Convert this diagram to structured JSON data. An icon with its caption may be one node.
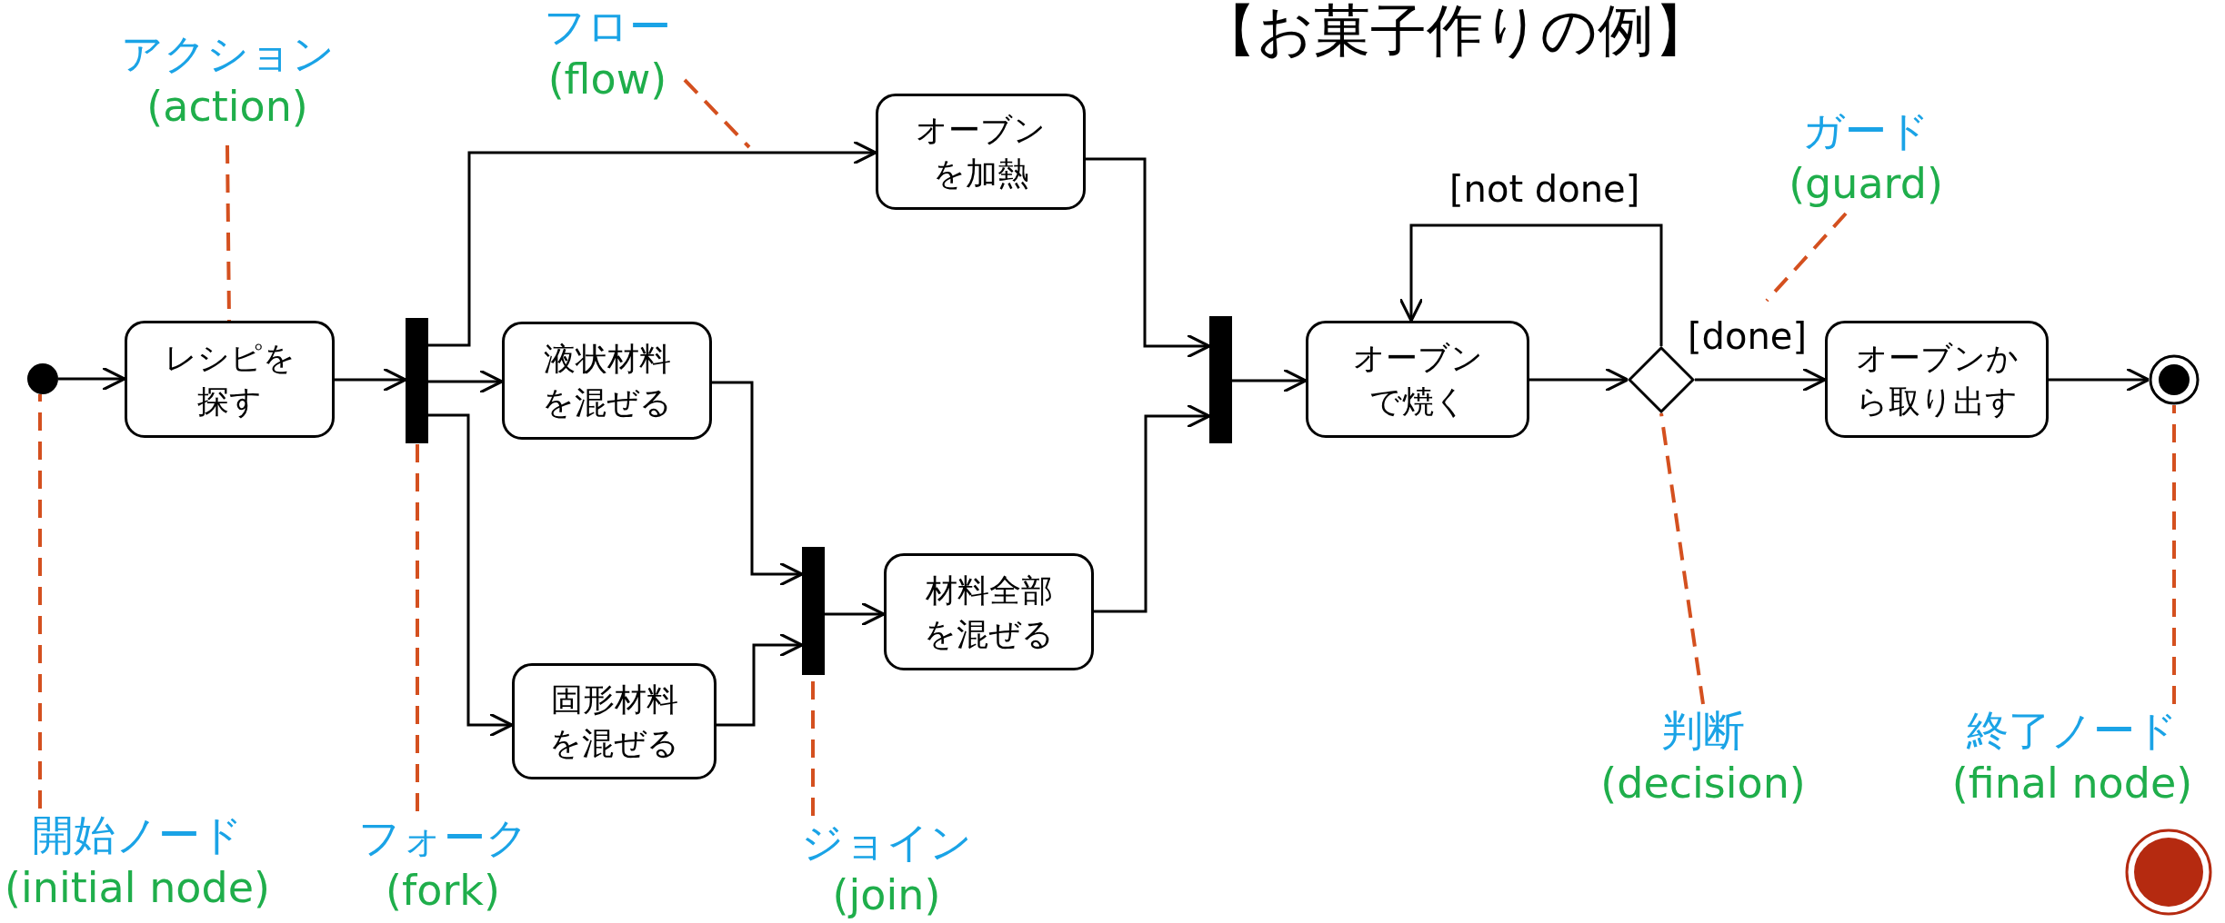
{
  "diagram": {
    "title": "【お菓子作りの例】",
    "nodes": [
      {
        "text": [],
        "shape": "circle"
      },
      {
        "text": [
          "レシピを探す"
        ]
      },
      {
        "text": [],
        "shape": "bar"
      },
      {
        "text": [
          "オーブンを加熱"
        ]
      },
      {
        "text": [
          "液状材料を混ぜる"
        ]
      },
      {
        "text": [
          "固形材料を混ぜる"
        ]
      },
      {
        "text": [],
        "shape": "bar"
      },
      {
        "text": [
          "材料全部を混ぜる"
        ]
      },
      {
        "text": [],
        "shape": "bar"
      },
      {
        "text": [
          "オーブンで焼く"
        ]
      },
      {
        "text": [],
        "shape": "diamond"
      },
      {
        "text": [
          "オーブンから取り出す"
        ]
      },
      {
        "text": [],
        "shape": "circle"
      },
      {
        "text": [
          "アクション",
          "(action)"
        ]
      },
      {
        "text": [
          "フロー",
          "(flow)"
        ]
      },
      {
        "text": [
          "ガード",
          "(guard)"
        ]
      },
      {
        "text": [
          "開始ノード",
          "(initial node)"
        ]
      },
      {
        "text": [
          "フォーク",
          "(fork)"
        ]
      },
      {
        "text": [
          "ジョイン",
          "(join)"
        ]
      },
      {
        "text": [
          "判断",
          "(decision)"
        ]
      },
      {
        "text": [
          "終了ノード",
          "(final node)"
        ]
      }
    ],
    "edges": [
      {
        "from": 0,
        "to": 1,
        "arrow": "to"
      },
      {
        "from": 1,
        "to": 2,
        "arrow": "to"
      },
      {
        "from": 2,
        "to": 3,
        "arrow": "to"
      },
      {
        "from": 2,
        "to": 4,
        "arrow": "to"
      },
      {
        "from": 2,
        "to": 5,
        "arrow": "to"
      },
      {
        "from": 4,
        "to": 6,
        "arrow": "to"
      },
      {
        "from": 5,
        "to": 6,
        "arrow": "to"
      },
      {
        "from": 6,
        "to": 7,
        "arrow": "to"
      },
      {
        "from": 3,
        "to": 8,
        "arrow": "to"
      },
      {
        "from": 7,
        "to": 8,
        "arrow": "to"
      },
      {
        "from": 8,
        "to": 9,
        "arrow": "to"
      },
      {
        "from": 9,
        "to": 10,
        "arrow": "to"
      },
      {
        "from": 10,
        "to": 9,
        "arrow": "to",
        "label": "[not done]"
      },
      {
        "from": 10,
        "to": 11,
        "arrow": "to",
        "label": "[done]"
      },
      {
        "from": 11,
        "to": 12,
        "arrow": "to"
      },
      {
        "from": 13,
        "to": 1,
        "arrow": "none",
        "style": "dashed",
        "color": "#d4501f"
      },
      {
        "from": 14,
        "to": null,
        "arrow": "none",
        "style": "dashed",
        "color": "#d4501f"
      },
      {
        "from": 15,
        "to": null,
        "arrow": "none",
        "style": "dashed",
        "color": "#d4501f"
      },
      {
        "from": 16,
        "to": 0,
        "arrow": "none",
        "style": "dashed",
        "color": "#d4501f"
      },
      {
        "from": 17,
        "to": 2,
        "arrow": "none",
        "style": "dashed",
        "color": "#d4501f"
      },
      {
        "from": 18,
        "to": 6,
        "arrow": "none",
        "style": "dashed",
        "color": "#d4501f"
      },
      {
        "from": 19,
        "to": 10,
        "arrow": "none",
        "style": "dashed",
        "color": "#d4501f"
      },
      {
        "from": 20,
        "to": 12,
        "arrow": "none",
        "style": "dashed",
        "color": "#d4501f"
      }
    ]
  }
}
